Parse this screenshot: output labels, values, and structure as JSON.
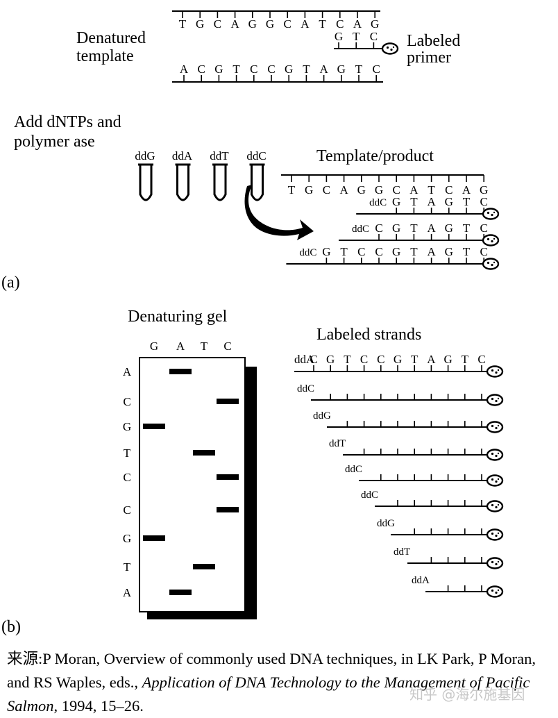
{
  "panel_a": {
    "label": "(a)",
    "denatured_template_line1": "Denatured",
    "denatured_template_line2": "template",
    "labeled_primer_line1": "Labeled",
    "labeled_primer_line2": "primer",
    "top_template_bases": [
      "T",
      "G",
      "C",
      "A",
      "G",
      "G",
      "C",
      "A",
      "T",
      "C",
      "A",
      "G"
    ],
    "primer_bases": [
      "G",
      "T",
      "C"
    ],
    "bottom_template_bases": [
      "A",
      "C",
      "G",
      "T",
      "C",
      "C",
      "G",
      "T",
      "A",
      "G",
      "T",
      "C"
    ],
    "add_line1": "Add dNTPs and",
    "add_line2": "polymer ase",
    "tubes": [
      "ddG",
      "ddA",
      "ddT",
      "ddC"
    ],
    "product_title": "Template/product",
    "product_template_bases": [
      "T",
      "G",
      "C",
      "A",
      "G",
      "G",
      "C",
      "A",
      "T",
      "C",
      "A",
      "G"
    ],
    "products": [
      {
        "terminator": "ddC",
        "bases": [
          "G",
          "T",
          "A",
          "G",
          "T",
          "C"
        ]
      },
      {
        "terminator": "ddC",
        "bases": [
          "C",
          "G",
          "T",
          "A",
          "G",
          "T",
          "C"
        ]
      },
      {
        "terminator": "ddC",
        "bases": [
          "G",
          "T",
          "C",
          "C",
          "G",
          "T",
          "A",
          "G",
          "T",
          "C"
        ]
      }
    ]
  },
  "panel_b": {
    "label": "(b)",
    "gel_title": "Denaturing gel",
    "lanes": [
      "G",
      "A",
      "T",
      "C"
    ],
    "rows": [
      {
        "base": "A",
        "lane": "A"
      },
      {
        "base": "C",
        "lane": "C"
      },
      {
        "base": "G",
        "lane": "G"
      },
      {
        "base": "T",
        "lane": "T"
      },
      {
        "base": "C",
        "lane": "C"
      },
      {
        "base": "C",
        "lane": "C"
      },
      {
        "base": "G",
        "lane": "G"
      },
      {
        "base": "T",
        "lane": "T"
      },
      {
        "base": "A",
        "lane": "A"
      }
    ],
    "strands_title": "Labeled strands",
    "first_strand_terminator": "ddA",
    "first_strand_bases": [
      "C",
      "G",
      "T",
      "C",
      "C",
      "G",
      "T",
      "A",
      "G",
      "T",
      "C"
    ],
    "strand_terminators": [
      "ddC",
      "ddG",
      "ddT",
      "ddC",
      "ddC",
      "ddG",
      "ddT",
      "ddA"
    ]
  },
  "caption": {
    "prefix": "来源:",
    "text_1": "P Moran, Overview of commonly used DNA techniques, in LK Park, P Moran, and RS Waples, eds., ",
    "italic": "Application of DNA Technology to the Management of Pacific Salmon",
    "text_2": ", 1994, 15–26."
  },
  "watermark": "知乎 @海尔施基因"
}
